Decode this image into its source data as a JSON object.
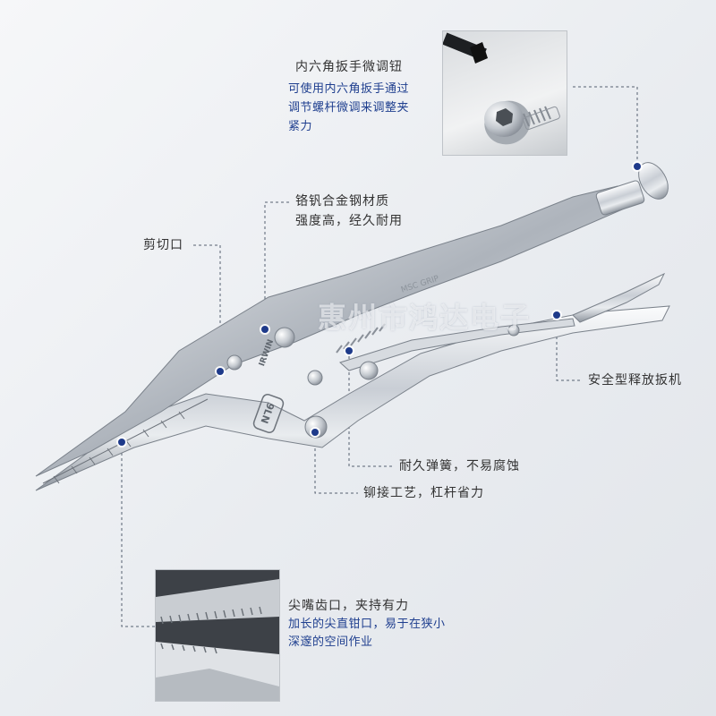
{
  "callouts": {
    "hex_key": {
      "title": "内六角扳手微调钮",
      "desc_lines": [
        "可使用内六角扳手通过",
        "调节螺杆微调来调整夹",
        "紧力"
      ]
    },
    "material": {
      "lines": [
        "铬钒合金钢材质",
        "强度高，经久耐用"
      ]
    },
    "cutter": {
      "label": "剪切口"
    },
    "release": {
      "label": "安全型释放扳机"
    },
    "spring": {
      "label": "耐久弹簧，不易腐蚀"
    },
    "rivet": {
      "label": "铆接工艺，杠杆省力"
    },
    "jaw": {
      "title": "尖嘴齿口，夹持有力",
      "desc_lines": [
        "加长的尖直钳口，易于在狭小",
        "深邃的空间作业"
      ]
    }
  },
  "product": {
    "brand_mark": "IRWIN",
    "model_mark": "9LN",
    "handle_marks": "MSC GRIP"
  },
  "watermark": "惠州市鸿达电子",
  "colors": {
    "accent": "#1e3a8a",
    "desc_text": "#1f3f8f",
    "label_text": "#333333"
  }
}
